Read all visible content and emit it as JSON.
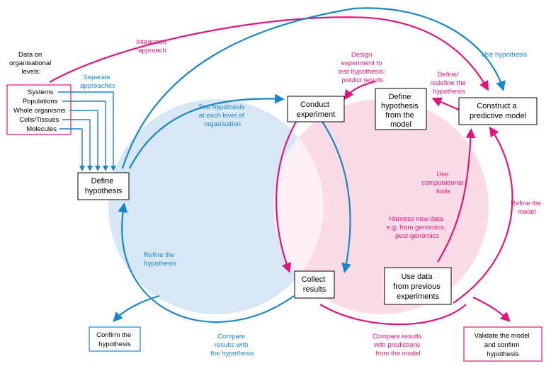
{
  "colors": {
    "blue": "#1a86c8",
    "magenta": "#e0157a",
    "blue_fill": "#d8e7f6",
    "pink_fill": "#fbdbe7",
    "overlap_fill": "#fdf1f5"
  },
  "data_levels": {
    "heading": [
      "Data on",
      "organisational",
      "levels:"
    ],
    "items": [
      "Systems",
      "Populations",
      "Whole organisms",
      "Cells/Tissues",
      "Molecules"
    ]
  },
  "labels": {
    "separate": [
      "Separate",
      "approaches"
    ],
    "integrated": [
      "Integrated",
      "approach"
    ],
    "use_hypothesis": "Use hypothesis",
    "design": [
      "Design",
      "experiment to",
      "test hypothesis;",
      "predict results"
    ],
    "define_redefine": [
      "Define/",
      "redefine the",
      "hypothesis"
    ],
    "test_hypothesis": [
      "Test hypothesis",
      "at each level of",
      "organisation"
    ],
    "use_tools": [
      "Use",
      "computational",
      "tools"
    ],
    "refine_model": [
      "Refine the",
      "model"
    ],
    "harness": [
      "Harness new data",
      "e.g. from genomics,",
      "post-genomics"
    ],
    "refine_hypothesis": [
      "Refine the",
      "hypothesis"
    ],
    "compare_hypothesis": [
      "Compare",
      "results with",
      "the hypothesis"
    ],
    "compare_model": [
      "Compare results",
      "with predictions",
      "from the model"
    ]
  },
  "boxes": {
    "define_hypothesis": [
      "Define",
      "hypothesis"
    ],
    "conduct_experiment": [
      "Conduct",
      "experiment"
    ],
    "define_from_model": [
      "Define",
      "hypothesis",
      "from the",
      "model"
    ],
    "construct_model": [
      "Construct a",
      "predictive model"
    ],
    "collect_results": [
      "Collect",
      "results"
    ],
    "use_data": [
      "Use data",
      "from previous",
      "experiments"
    ],
    "confirm": [
      "Confirm the",
      "hypothesis"
    ],
    "validate": [
      "Validate the model",
      "and confirm",
      "hypothesis"
    ]
  }
}
